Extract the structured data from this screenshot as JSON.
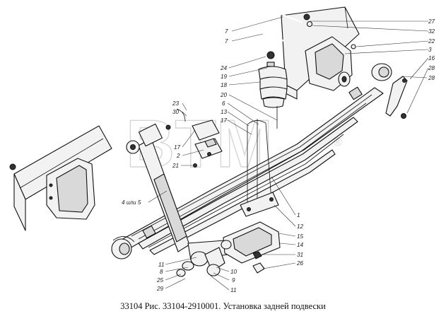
{
  "caption": "33104 Рис. 33104-2910001. Установка задней подвески",
  "watermark": {
    "text": "BTM",
    "registered": "®"
  },
  "labels": {
    "l27": "27",
    "l32": "32",
    "l22": "22",
    "l3": "3",
    "l16": "16",
    "l28a": "28",
    "l28b": "28",
    "l7a": "7",
    "l7b": "7",
    "l24": "24",
    "l19": "19",
    "l18": "18",
    "l20": "20",
    "l6": "6",
    "l13": "13",
    "l17a": "17",
    "l23": "23",
    "l30": "30",
    "l17b": "17",
    "l2": "2",
    "l21": "21",
    "l45": "4 или 5",
    "l1": "1",
    "l12": "12",
    "l15": "15",
    "l14": "14",
    "l31": "31",
    "l26": "26",
    "l11a": "11",
    "l8": "8",
    "l25": "25",
    "l29": "29",
    "l10": "10",
    "l9": "9",
    "l11b": "11"
  }
}
